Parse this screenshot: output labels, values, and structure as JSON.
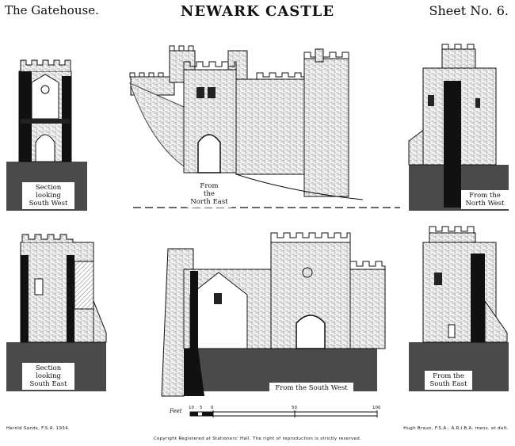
{
  "header": {
    "left": "The Gatehouse.",
    "title": "NEWARK CASTLE",
    "right": "Sheet No. 6."
  },
  "views": {
    "v1": "Section\nlooking\nSouth West",
    "v2": "From\nthe\nNorth East",
    "v3": "From the\nNorth West",
    "v4": "Section\nlooking\nSouth East",
    "v5": "From the South West",
    "v6": "From the\nSouth East"
  },
  "scale": {
    "label": "Feet",
    "ticks": [
      "10",
      "5",
      "0",
      "50",
      "100"
    ]
  },
  "footer": {
    "left": "Harold Sands, F.S.A. 1934.",
    "right": "Hugh Braun, F.S.A., A.R.I.B.A. mens. et delt.",
    "copyright": "Copyright Registered at Stationers' Hall. The right of reproduction is strictly reserved."
  }
}
